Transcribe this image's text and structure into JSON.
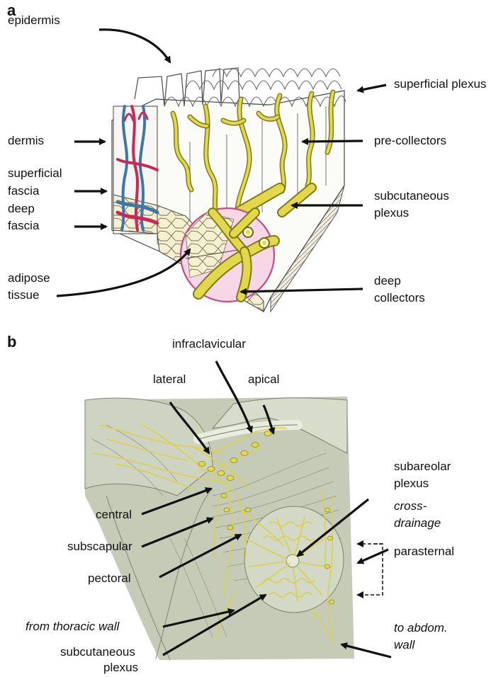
{
  "panels": {
    "a": "a",
    "b": "b"
  },
  "panel_a": {
    "epidermis": "epidermis",
    "dermis": "dermis",
    "superficial_fascia_1": "superficial",
    "superficial_fascia_2": "fascia",
    "deep_fascia_1": "deep",
    "deep_fascia_2": "fascia",
    "adipose_1": "adipose",
    "adipose_2": "tissue",
    "superficial_plexus": "superficial plexus",
    "pre_collectors": "pre-collectors",
    "subcutaneous_plexus_1": "subcutaneous",
    "subcutaneous_plexus_2": "plexus",
    "deep_collectors_1": "deep",
    "deep_collectors_2": "collectors"
  },
  "panel_b": {
    "infraclavicular": "infraclavicular",
    "lateral": "lateral",
    "apical": "apical",
    "subareolar_1": "subareolar",
    "subareolar_2": "plexus",
    "cross_drainage_1": "cross-",
    "cross_drainage_2": "drainage",
    "parasternal": "parasternal",
    "central": "central",
    "subscapular": "subscapular",
    "pectoral": "pectoral",
    "from_thoracic_wall": "from thoracic wall",
    "to_abdom_1": "to abdom.",
    "to_abdom_2": "wall",
    "subcutaneous_1": "subcutaneous",
    "subcutaneous_2": "plexus"
  },
  "colors": {
    "lymph": "#e3d84a",
    "artery": "#c8285a",
    "vein": "#3a78a8",
    "zoom_circle": "#f7d6e6"
  }
}
